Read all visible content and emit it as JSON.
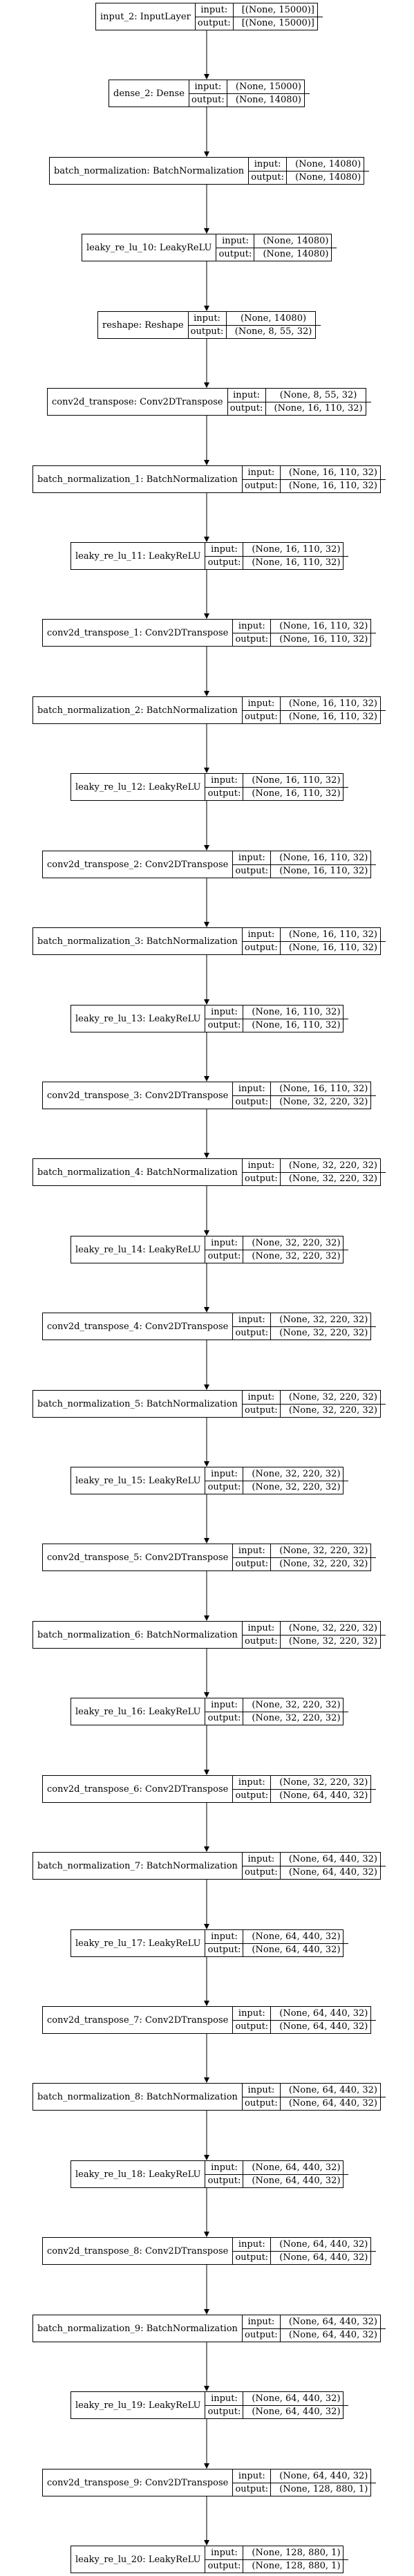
{
  "io_labels": {
    "input": "input:",
    "output": "output:"
  },
  "colors": {
    "line": "#000000",
    "box_fill": "#ffffff",
    "text": "#000000"
  },
  "layers": [
    {
      "name": "input_2: InputLayer",
      "input": "[(None, 15000)]",
      "output": "[(None, 15000)]"
    },
    {
      "name": "dense_2: Dense",
      "input": "(None, 15000)",
      "output": "(None, 14080)"
    },
    {
      "name": "batch_normalization: BatchNormalization",
      "input": "(None, 14080)",
      "output": "(None, 14080)"
    },
    {
      "name": "leaky_re_lu_10: LeakyReLU",
      "input": "(None, 14080)",
      "output": "(None, 14080)"
    },
    {
      "name": "reshape: Reshape",
      "input": "(None, 14080)",
      "output": "(None, 8, 55, 32)"
    },
    {
      "name": "conv2d_transpose: Conv2DTranspose",
      "input": "(None, 8, 55, 32)",
      "output": "(None, 16, 110, 32)"
    },
    {
      "name": "batch_normalization_1: BatchNormalization",
      "input": "(None, 16, 110, 32)",
      "output": "(None, 16, 110, 32)"
    },
    {
      "name": "leaky_re_lu_11: LeakyReLU",
      "input": "(None, 16, 110, 32)",
      "output": "(None, 16, 110, 32)"
    },
    {
      "name": "conv2d_transpose_1: Conv2DTranspose",
      "input": "(None, 16, 110, 32)",
      "output": "(None, 16, 110, 32)"
    },
    {
      "name": "batch_normalization_2: BatchNormalization",
      "input": "(None, 16, 110, 32)",
      "output": "(None, 16, 110, 32)"
    },
    {
      "name": "leaky_re_lu_12: LeakyReLU",
      "input": "(None, 16, 110, 32)",
      "output": "(None, 16, 110, 32)"
    },
    {
      "name": "conv2d_transpose_2: Conv2DTranspose",
      "input": "(None, 16, 110, 32)",
      "output": "(None, 16, 110, 32)"
    },
    {
      "name": "batch_normalization_3: BatchNormalization",
      "input": "(None, 16, 110, 32)",
      "output": "(None, 16, 110, 32)"
    },
    {
      "name": "leaky_re_lu_13: LeakyReLU",
      "input": "(None, 16, 110, 32)",
      "output": "(None, 16, 110, 32)"
    },
    {
      "name": "conv2d_transpose_3: Conv2DTranspose",
      "input": "(None, 16, 110, 32)",
      "output": "(None, 32, 220, 32)"
    },
    {
      "name": "batch_normalization_4: BatchNormalization",
      "input": "(None, 32, 220, 32)",
      "output": "(None, 32, 220, 32)"
    },
    {
      "name": "leaky_re_lu_14: LeakyReLU",
      "input": "(None, 32, 220, 32)",
      "output": "(None, 32, 220, 32)"
    },
    {
      "name": "conv2d_transpose_4: Conv2DTranspose",
      "input": "(None, 32, 220, 32)",
      "output": "(None, 32, 220, 32)"
    },
    {
      "name": "batch_normalization_5: BatchNormalization",
      "input": "(None, 32, 220, 32)",
      "output": "(None, 32, 220, 32)"
    },
    {
      "name": "leaky_re_lu_15: LeakyReLU",
      "input": "(None, 32, 220, 32)",
      "output": "(None, 32, 220, 32)"
    },
    {
      "name": "conv2d_transpose_5: Conv2DTranspose",
      "input": "(None, 32, 220, 32)",
      "output": "(None, 32, 220, 32)"
    },
    {
      "name": "batch_normalization_6: BatchNormalization",
      "input": "(None, 32, 220, 32)",
      "output": "(None, 32, 220, 32)"
    },
    {
      "name": "leaky_re_lu_16: LeakyReLU",
      "input": "(None, 32, 220, 32)",
      "output": "(None, 32, 220, 32)"
    },
    {
      "name": "conv2d_transpose_6: Conv2DTranspose",
      "input": "(None, 32, 220, 32)",
      "output": "(None, 64, 440, 32)"
    },
    {
      "name": "batch_normalization_7: BatchNormalization",
      "input": "(None, 64, 440, 32)",
      "output": "(None, 64, 440, 32)"
    },
    {
      "name": "leaky_re_lu_17: LeakyReLU",
      "input": "(None, 64, 440, 32)",
      "output": "(None, 64, 440, 32)"
    },
    {
      "name": "conv2d_transpose_7: Conv2DTranspose",
      "input": "(None, 64, 440, 32)",
      "output": "(None, 64, 440, 32)"
    },
    {
      "name": "batch_normalization_8: BatchNormalization",
      "input": "(None, 64, 440, 32)",
      "output": "(None, 64, 440, 32)"
    },
    {
      "name": "leaky_re_lu_18: LeakyReLU",
      "input": "(None, 64, 440, 32)",
      "output": "(None, 64, 440, 32)"
    },
    {
      "name": "conv2d_transpose_8: Conv2DTranspose",
      "input": "(None, 64, 440, 32)",
      "output": "(None, 64, 440, 32)"
    },
    {
      "name": "batch_normalization_9: BatchNormalization",
      "input": "(None, 64, 440, 32)",
      "output": "(None, 64, 440, 32)"
    },
    {
      "name": "leaky_re_lu_19: LeakyReLU",
      "input": "(None, 64, 440, 32)",
      "output": "(None, 64, 440, 32)"
    },
    {
      "name": "conv2d_transpose_9: Conv2DTranspose",
      "input": "(None, 64, 440, 32)",
      "output": "(None, 128, 880, 1)"
    },
    {
      "name": "leaky_re_lu_20: LeakyReLU",
      "input": "(None, 128, 880, 1)",
      "output": "(None, 128, 880, 1)"
    }
  ]
}
